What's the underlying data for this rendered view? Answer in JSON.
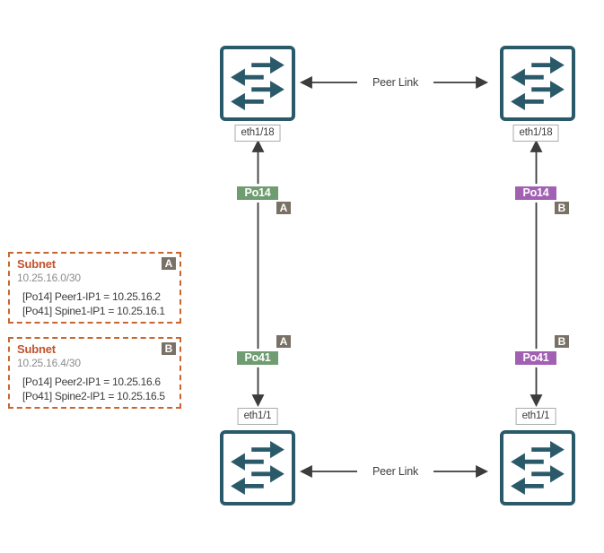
{
  "colors": {
    "switch_teal": "#2A5A6A",
    "line_gray": "#3C3C3C",
    "po_green": "#6F9C70",
    "po_purple": "#A160B2",
    "badge_gray": "#7A7166",
    "subnet_orange": "#C2522C",
    "text_dark": "#3B3B3B",
    "text_gray": "#8C8C8C"
  },
  "diagram": {
    "peer_link_top_label": "Peer Link",
    "peer_link_bottom_label": "Peer Link",
    "interfaces": {
      "top_left": "eth1/18",
      "top_right": "eth1/18",
      "bottom_left": "eth1/1",
      "bottom_right": "eth1/1"
    },
    "port_channels": {
      "top_left": {
        "label": "Po14",
        "badge": "A"
      },
      "top_right": {
        "label": "Po14",
        "badge": "B"
      },
      "bottom_left": {
        "label": "Po41",
        "badge": "A"
      },
      "bottom_right": {
        "label": "Po41",
        "badge": "B"
      }
    },
    "subnets": [
      {
        "title": "Subnet",
        "cidr": "10.25.16.0/30",
        "badge": "A",
        "entries": [
          "[Po14] Peer1-IP1 = 10.25.16.2",
          "[Po41] Spine1-IP1 = 10.25.16.1"
        ]
      },
      {
        "title": "Subnet",
        "cidr": "10.25.16.4/30",
        "badge": "B",
        "entries": [
          "[Po14] Peer2-IP1 = 10.25.16.6",
          "[Po41] Spine2-IP1 = 10.25.16.5"
        ]
      }
    ]
  }
}
